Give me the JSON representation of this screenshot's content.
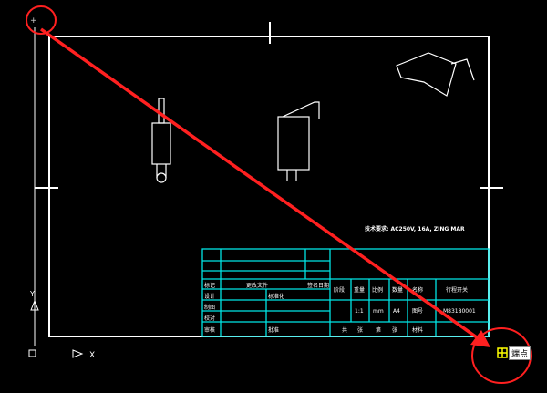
{
  "tech_req": "技术要求: AC250V, 16A, ZING MAR",
  "title_block": {
    "left_header": [
      "标记",
      "更改文件",
      "签名日期"
    ],
    "left_rows": [
      "设计",
      "制图",
      "校对",
      "审核"
    ],
    "left_mid": [
      "标准化",
      "批准"
    ],
    "stage_headers": [
      "阶段",
      "重量",
      "比例",
      "数量",
      "名称"
    ],
    "stage_values": [
      "1:1",
      "mm",
      "A4"
    ],
    "part_name": "行程开关",
    "drawing_no_label": "图号",
    "drawing_no": "M83180001",
    "sheet_labels": [
      "共",
      "张",
      "第",
      "张"
    ],
    "material_label": "材料"
  },
  "tooltip": "端点",
  "colors": {
    "frame": "#ffffff",
    "title_block": "#00e5e5",
    "arrow": "#ff2020",
    "snap": "#ffff00"
  }
}
